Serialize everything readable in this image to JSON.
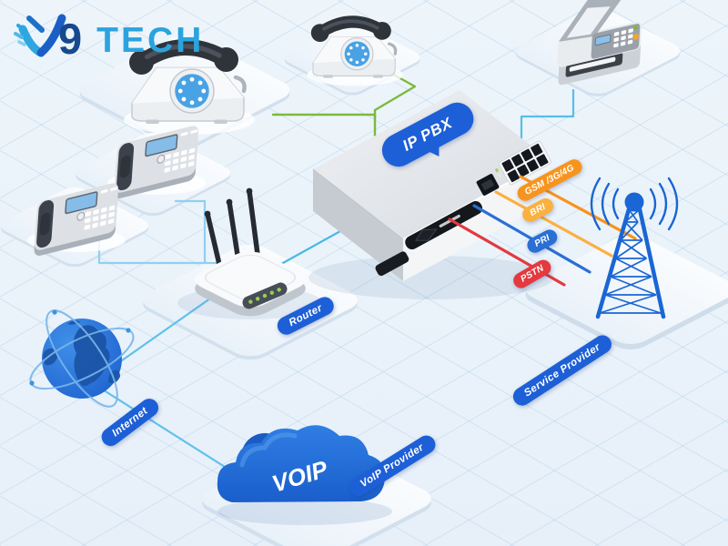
{
  "logo": {
    "number": "9",
    "word": "TECH"
  },
  "diagram": {
    "labels": {
      "ip_pbx": "IP PBX",
      "router": "Router",
      "internet": "Internet",
      "voip_cloud": "VOIP",
      "voip_provider": "VoIP Provider",
      "service_provider": "Service Provider"
    },
    "trunks": [
      {
        "id": "gsm",
        "label": "GSM /3G/4G",
        "color": "#F7941E"
      },
      {
        "id": "bri",
        "label": "BRI",
        "color": "#FBB040"
      },
      {
        "id": "pri",
        "label": "PRI",
        "color": "#2B6FD4"
      },
      {
        "id": "pstn",
        "label": "PSTN",
        "color": "#E23A3F"
      }
    ],
    "icons": {
      "analog_phone": "rotary-phone-icon",
      "ip_phone": "ip-phone-icon",
      "router": "wifi-router-icon",
      "fax": "fax-machine-icon",
      "pbx": "ip-pbx-appliance-icon",
      "cell_tower": "cell-tower-icon",
      "globe": "internet-globe-icon",
      "cloud": "voip-cloud-icon"
    },
    "colors": {
      "background": "#EAF2FA",
      "grid_line": "#B2CFE9",
      "label_pill_blue": "#1D5FD6",
      "line_green": "#7CB93E",
      "line_cyan": "#56BEEA",
      "tower_blue": "#1A66D4",
      "cloud_blue": "#2268D6",
      "logo_navy": "#17498C",
      "logo_cyan": "#2BA3DE"
    }
  }
}
